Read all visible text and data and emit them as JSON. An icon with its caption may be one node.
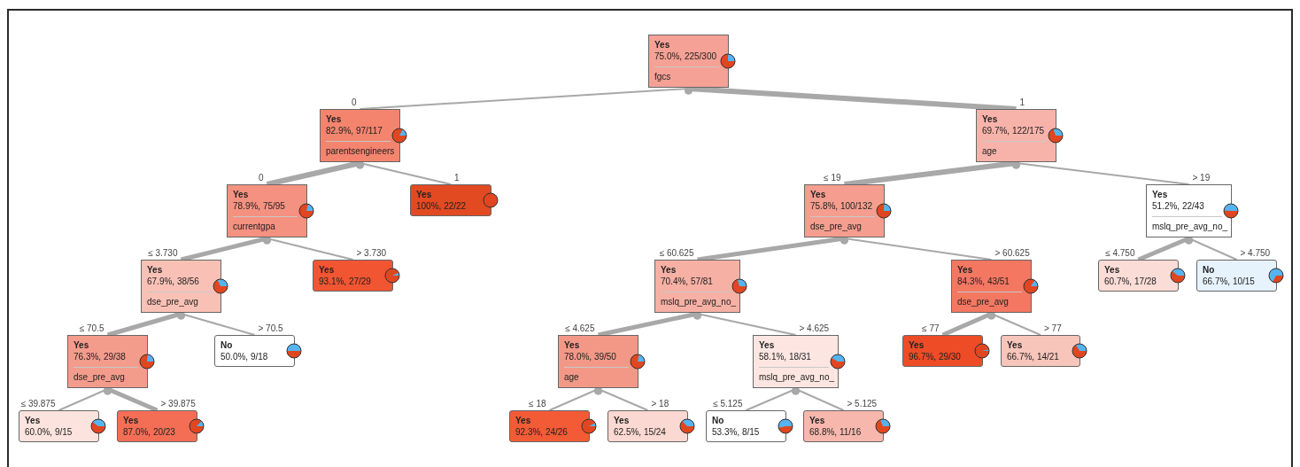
{
  "diagram": {
    "nodes": [
      {
        "text": [
          "Yes",
          "75.0%, 225/300",
          "fgcs"
        ]
      },
      {
        "text": [
          "Yes",
          "82.9%, 97/117",
          "parentsengineers"
        ]
      },
      {
        "text": [
          "Yes",
          "69.7%, 122/175",
          "age"
        ]
      },
      {
        "text": [
          "Yes",
          "78.9%, 75/95",
          "currentgpa"
        ]
      },
      {
        "text": [
          "Yes",
          "100%, 22/22"
        ]
      },
      {
        "text": [
          "Yes",
          "75.8%, 100/132",
          "dse_pre_avg"
        ]
      },
      {
        "text": [
          "Yes",
          "51.2%, 22/43",
          "mslq_pre_avg_no_"
        ]
      },
      {
        "text": [
          "Yes",
          "67.9%, 38/56",
          "dse_pre_avg"
        ]
      },
      {
        "text": [
          "Yes",
          "93.1%, 27/29"
        ]
      },
      {
        "text": [
          "Yes",
          "70.4%, 57/81",
          "mslq_pre_avg_no_"
        ]
      },
      {
        "text": [
          "Yes",
          "84.3%, 43/51",
          "dse_pre_avg"
        ]
      },
      {
        "text": [
          "Yes",
          "60.7%, 17/28"
        ]
      },
      {
        "text": [
          "No",
          "66.7%, 10/15"
        ]
      },
      {
        "text": [
          "Yes",
          "76.3%, 29/38",
          "dse_pre_avg"
        ]
      },
      {
        "text": [
          "No",
          "50.0%, 9/18"
        ]
      },
      {
        "text": [
          "Yes",
          "78.0%, 39/50",
          "age"
        ]
      },
      {
        "text": [
          "Yes",
          "58.1%, 18/31",
          "mslq_pre_avg_no_"
        ]
      },
      {
        "text": [
          "Yes",
          "96.7%, 29/30"
        ]
      },
      {
        "text": [
          "Yes",
          "66.7%, 14/21"
        ]
      },
      {
        "text": [
          "Yes",
          "60.0%, 9/15"
        ]
      },
      {
        "text": [
          "Yes",
          "87.0%, 20/23"
        ]
      },
      {
        "text": [
          "Yes",
          "92.3%, 24/26"
        ]
      },
      {
        "text": [
          "Yes",
          "62.5%, 15/24"
        ]
      },
      {
        "text": [
          "No",
          "53.3%, 8/15"
        ]
      },
      {
        "text": [
          "Yes",
          "68.8%, 11/16"
        ]
      }
    ],
    "edges": [
      {
        "from": 0,
        "to": 1,
        "arrow": "other",
        "label": "0"
      },
      {
        "from": 0,
        "to": 2,
        "arrow": "other",
        "label": "1",
        "style": "thick"
      },
      {
        "from": 1,
        "to": 3,
        "arrow": "other",
        "label": "0",
        "style": "thick"
      },
      {
        "from": 1,
        "to": 4,
        "arrow": "other",
        "label": "1"
      },
      {
        "from": 2,
        "to": 5,
        "arrow": "other",
        "label": "≤ 19",
        "style": "thick"
      },
      {
        "from": 2,
        "to": 6,
        "arrow": "other",
        "label": "> 19"
      },
      {
        "from": 3,
        "to": 7,
        "arrow": "other",
        "label": "≤ 3.730",
        "style": "thick"
      },
      {
        "from": 3,
        "to": 8,
        "arrow": "other",
        "label": "> 3.730"
      },
      {
        "from": 5,
        "to": 9,
        "arrow": "other",
        "label": "≤ 60.625",
        "style": "thick"
      },
      {
        "from": 5,
        "to": 10,
        "arrow": "other",
        "label": "> 60.625"
      },
      {
        "from": 6,
        "to": 11,
        "arrow": "other",
        "label": "≤ 4.750",
        "style": "thick"
      },
      {
        "from": 6,
        "to": 12,
        "arrow": "other",
        "label": "> 4.750"
      },
      {
        "from": 7,
        "to": 13,
        "arrow": "other",
        "label": "≤ 70.5",
        "style": "thick"
      },
      {
        "from": 7,
        "to": 14,
        "arrow": "other",
        "label": "> 70.5"
      },
      {
        "from": 9,
        "to": 15,
        "arrow": "other",
        "label": "≤ 4.625",
        "style": "thick"
      },
      {
        "from": 9,
        "to": 16,
        "arrow": "other",
        "label": "> 4.625"
      },
      {
        "from": 10,
        "to": 17,
        "arrow": "other",
        "label": "≤ 77",
        "style": "thick"
      },
      {
        "from": 10,
        "to": 18,
        "arrow": "other",
        "label": "> 77"
      },
      {
        "from": 13,
        "to": 19,
        "arrow": "other",
        "label": "≤ 39.875"
      },
      {
        "from": 13,
        "to": 20,
        "arrow": "other",
        "label": "> 39.875",
        "style": "thick"
      },
      {
        "from": 15,
        "to": 21,
        "arrow": "other",
        "label": "≤ 18"
      },
      {
        "from": 15,
        "to": 22,
        "arrow": "other",
        "label": "> 18"
      },
      {
        "from": 16,
        "to": 23,
        "arrow": "other",
        "label": "≤ 5.125"
      },
      {
        "from": 16,
        "to": 24,
        "arrow": "other",
        "label": "> 5.125"
      }
    ]
  }
}
